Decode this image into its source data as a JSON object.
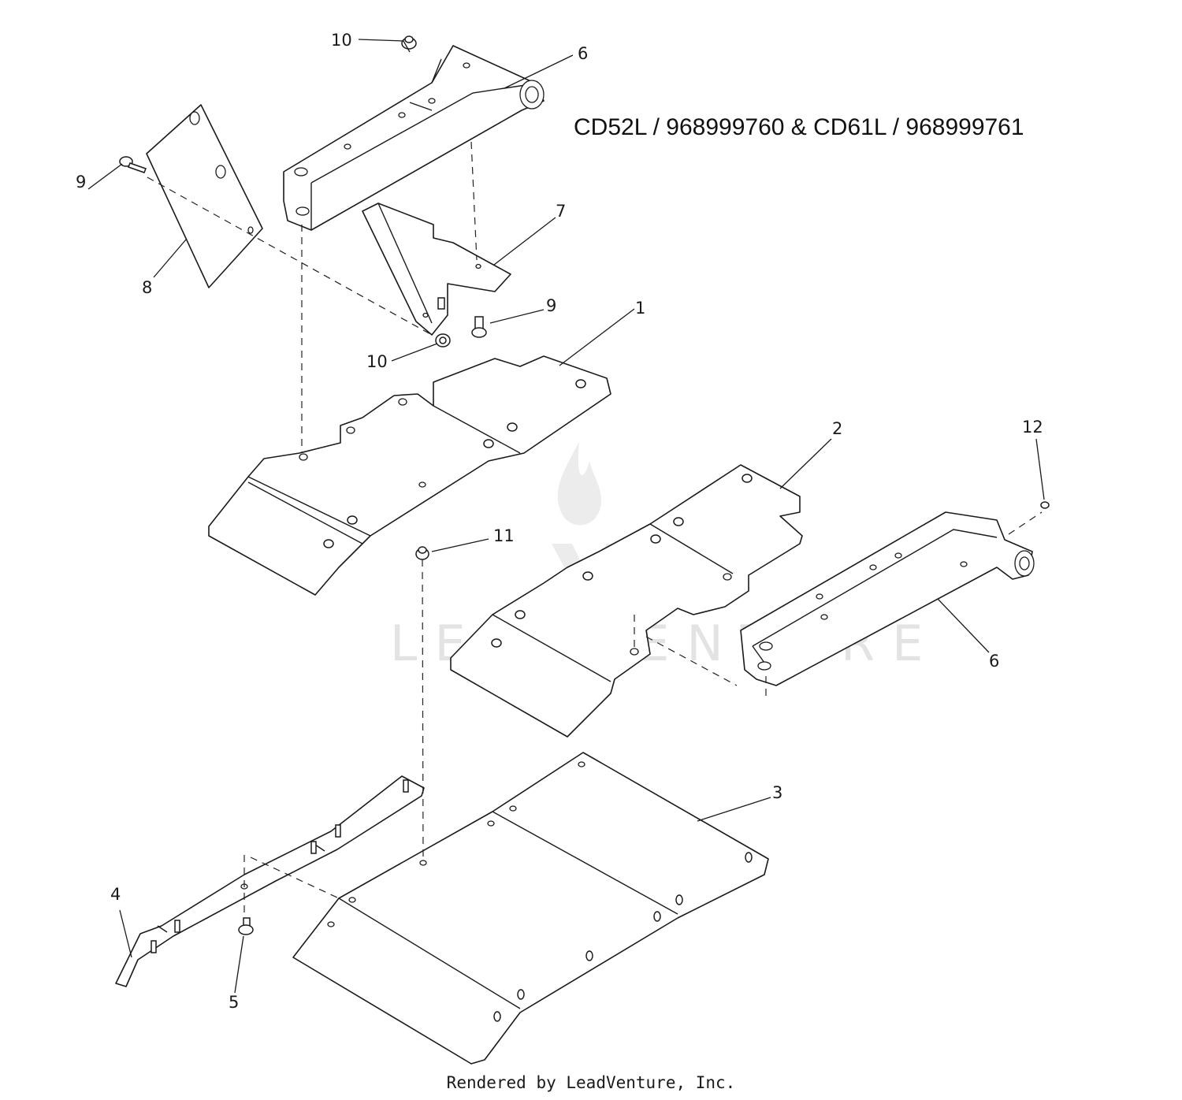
{
  "title": "CD52L / 968999760 & CD61L / 968999761",
  "footer": "Rendered by LeadVenture, Inc.",
  "watermark": "LEADVENTURE",
  "callouts": {
    "c1": "1",
    "c2": "2",
    "c3": "3",
    "c4": "4",
    "c5": "5",
    "c6a": "6",
    "c6b": "6",
    "c7": "7",
    "c8": "8",
    "c9a": "9",
    "c9b": "9",
    "c10a": "10",
    "c10b": "10",
    "c11": "11",
    "c12": "12"
  },
  "colors": {
    "line": "#1a1a1a",
    "watermark": "#e3e3e3"
  }
}
